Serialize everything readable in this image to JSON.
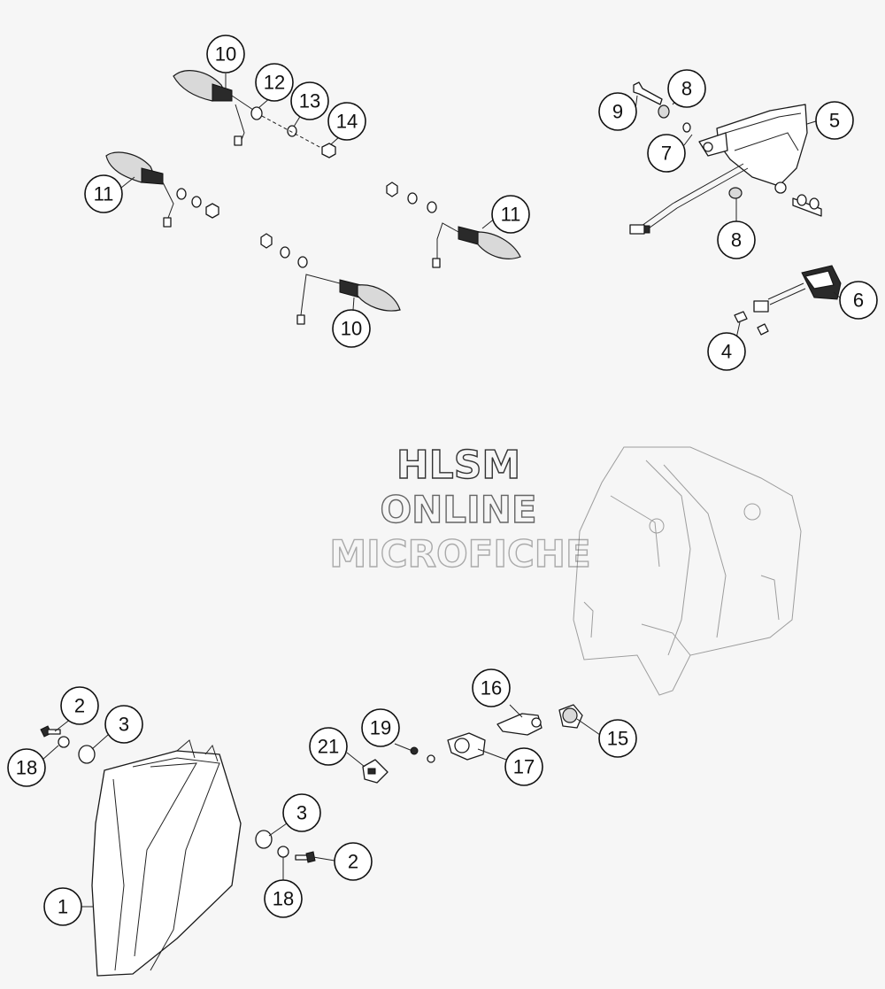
{
  "watermark": {
    "line1": "HLSM",
    "line2": "ONLINE",
    "line3": "MICROFICHE"
  },
  "callouts": [
    {
      "id": "c10a",
      "label": "10"
    },
    {
      "id": "c12",
      "label": "12"
    },
    {
      "id": "c13",
      "label": "13"
    },
    {
      "id": "c14",
      "label": "14"
    },
    {
      "id": "c11a",
      "label": "11"
    },
    {
      "id": "c11b",
      "label": "11"
    },
    {
      "id": "c10b",
      "label": "10"
    },
    {
      "id": "c9",
      "label": "9"
    },
    {
      "id": "c8a",
      "label": "8"
    },
    {
      "id": "c5",
      "label": "5"
    },
    {
      "id": "c7",
      "label": "7"
    },
    {
      "id": "c8b",
      "label": "8"
    },
    {
      "id": "c6",
      "label": "6"
    },
    {
      "id": "c4",
      "label": "4"
    },
    {
      "id": "c16",
      "label": "16"
    },
    {
      "id": "c15",
      "label": "15"
    },
    {
      "id": "c19",
      "label": "19"
    },
    {
      "id": "c21",
      "label": "21"
    },
    {
      "id": "c17",
      "label": "17"
    },
    {
      "id": "c2a",
      "label": "2"
    },
    {
      "id": "c3a",
      "label": "3"
    },
    {
      "id": "c18a",
      "label": "18"
    },
    {
      "id": "c3b",
      "label": "3"
    },
    {
      "id": "c2b",
      "label": "2"
    },
    {
      "id": "c18b",
      "label": "18"
    },
    {
      "id": "c1",
      "label": "1"
    }
  ]
}
